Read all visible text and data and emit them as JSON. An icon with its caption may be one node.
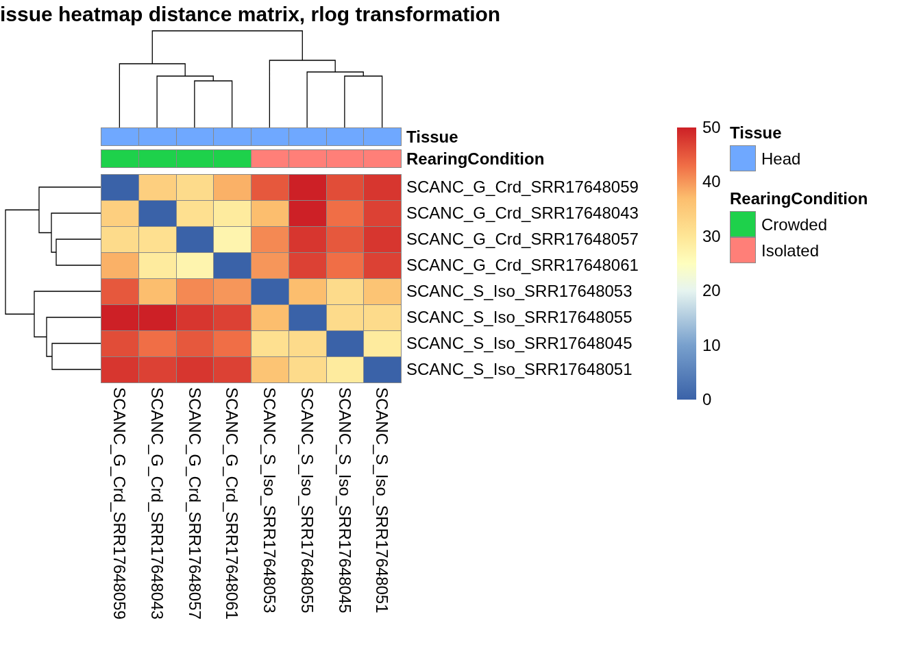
{
  "diagram": {
    "title": "issue heatmap distance matrix, rlog transformation",
    "labels": [
      "Tissue",
      "RearingCondition",
      "SCANC_G_Crd_SRR17648059",
      "SCANC_G_Crd_SRR17648043",
      "SCANC_G_Crd_SRR17648057",
      "SCANC_G_Crd_SRR17648061",
      "SCANC_S_Iso_SRR17648053",
      "SCANC_S_Iso_SRR17648055",
      "SCANC_S_Iso_SRR17648045",
      "SCANC_S_Iso_SRR17648051",
      "SCANC_G_Crd_SRR17648059",
      "SCANC_G_Crd_SRR17648043",
      "SCANC_G_Crd_SRR17648057",
      "SCANC_G_Crd_SRR17648061",
      "SCANC_S_Iso_SRR17648053",
      "SCANC_S_Iso_SRR17648055",
      "SCANC_S_Iso_SRR17648045",
      "SCANC_S_Iso_SRR17648051",
      "50",
      "40",
      "30",
      "20",
      "10",
      "0",
      "Tissue",
      "RearingCondition"
    ],
    "legend": [
      {
        "text": "Head",
        "color": "#6fa8ff"
      },
      {
        "text": "Crowded",
        "color": "#1ed14b"
      },
      {
        "text": "Isolated",
        "color": "#ff7f78"
      }
    ]
  }
}
